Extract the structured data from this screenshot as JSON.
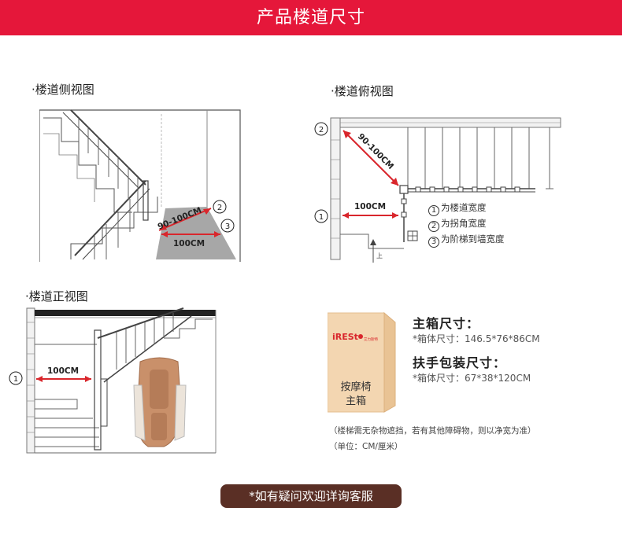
{
  "header": {
    "title": "产品楼道尺寸"
  },
  "side_view": {
    "label": "·楼道侧视图",
    "dim_diag": "90-100CM",
    "dim_width": "100CM",
    "mark_2": "2",
    "mark_3": "3"
  },
  "top_view": {
    "label": "·楼道俯视图",
    "dim_diag": "90-100CM",
    "dim_width": "100CM",
    "mark_1": "1",
    "mark_2": "2",
    "up_mark": "上",
    "legend": [
      {
        "num": "1",
        "text": "为楼道宽度"
      },
      {
        "num": "2",
        "text": "为拐角宽度"
      },
      {
        "num": "3",
        "text": "为阶梯到墙宽度"
      }
    ]
  },
  "front_view": {
    "label": "·楼道正视图",
    "dim_width": "100CM",
    "mark_1": "1"
  },
  "box": {
    "brand": "iRESt",
    "brand_sub": "艾力斯特",
    "label_line1": "按摩椅",
    "label_line2": "主箱"
  },
  "specs": {
    "main_title": "主箱尺寸：",
    "main_value": "*箱体尺寸：146.5*76*86CM",
    "arm_title": "扶手包装尺寸：",
    "arm_value": "*箱体尺寸：67*38*120CM"
  },
  "notes": {
    "line1": "（楼梯需无杂物遮挡，若有其他障碍物，则以净宽为准）",
    "line2": "（单位：CM/厘米）"
  },
  "cta": {
    "text": "*如有疑问欢迎详询客服"
  },
  "colors": {
    "banner": "#e5173a",
    "arrow": "#d9262c",
    "cta_bg": "#5a2f25",
    "floor": "#a7a7a7",
    "chair": "#c9906a"
  }
}
